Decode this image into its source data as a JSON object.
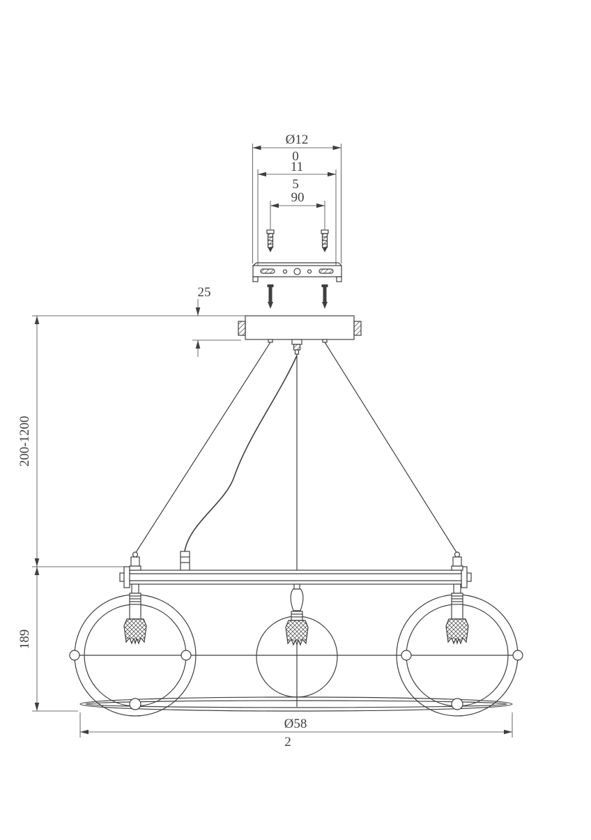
{
  "page": {
    "background_color": "#ffffff",
    "line_color": "#3f3f3f"
  },
  "dimensions": {
    "canopy_plate_diameter": {
      "line1": "Ø12",
      "line2": "0"
    },
    "mounting_holes_span": {
      "line1": "11",
      "line2": "5"
    },
    "screw_spacing": {
      "line1": "90"
    },
    "canopy_height": "25",
    "suspension_length": "200-1200",
    "fixture_height": "189",
    "fixture_diameter": {
      "line1": "Ø58",
      "line2": "2"
    }
  }
}
